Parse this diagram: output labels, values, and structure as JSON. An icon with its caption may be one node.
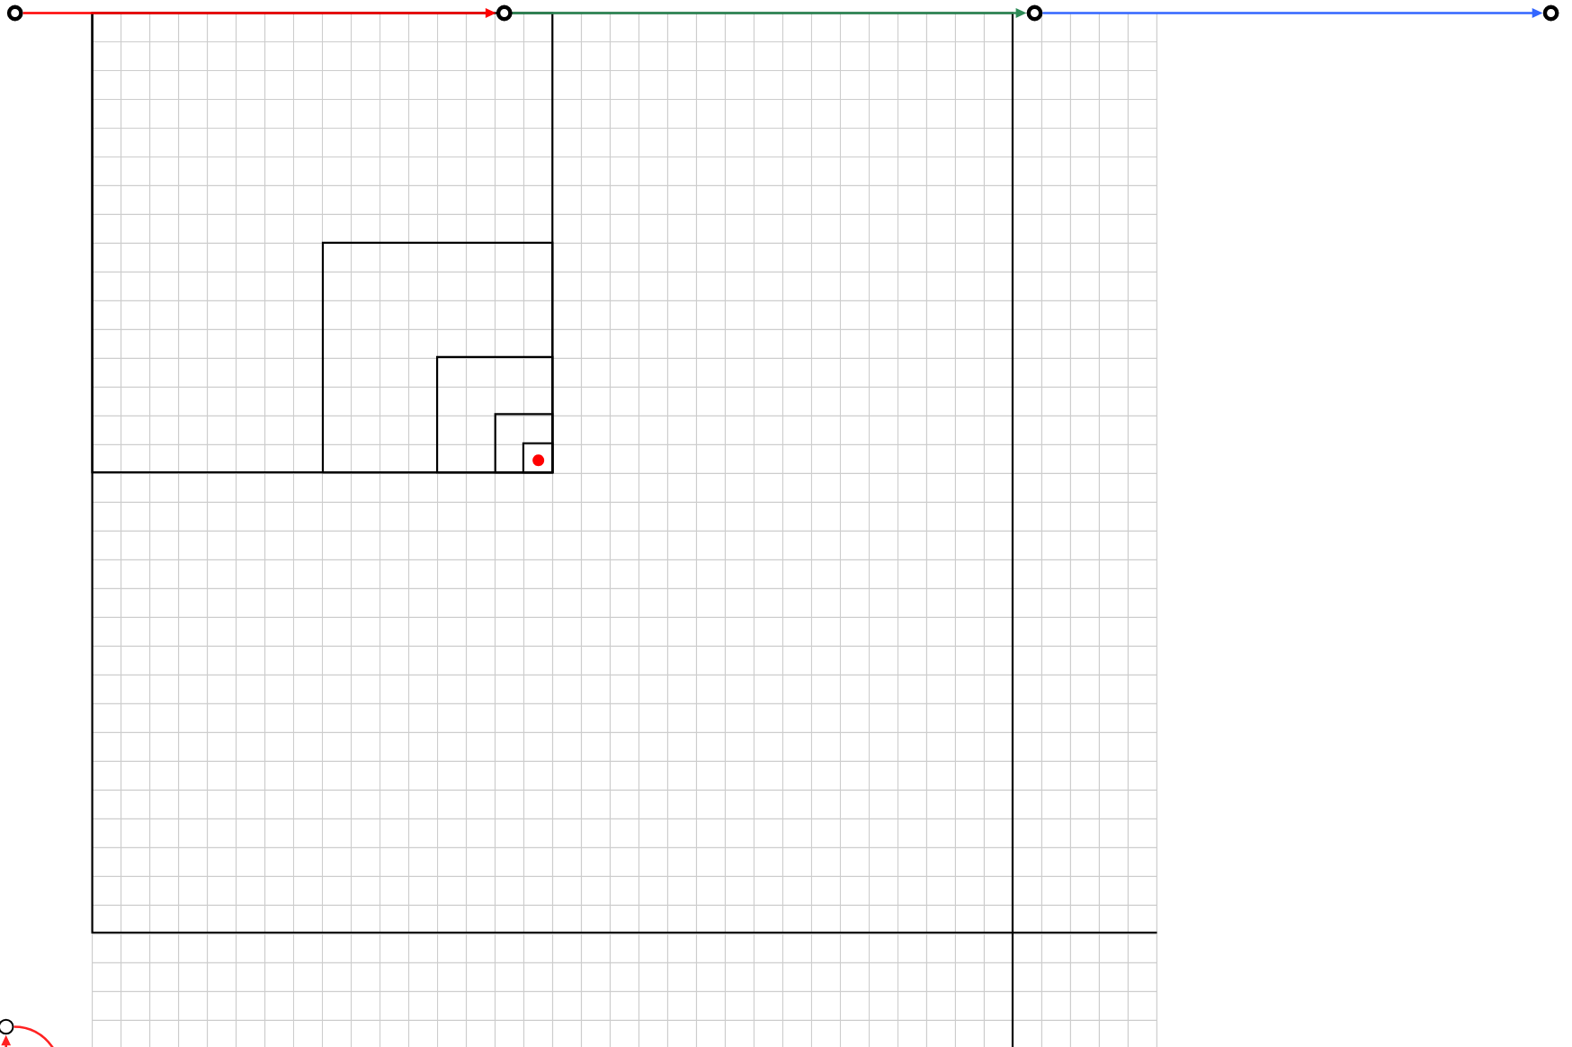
{
  "diagram": {
    "nodes": [
      {
        "text": [],
        "shape": "circle"
      },
      {
        "text": [],
        "shape": "circle"
      },
      {
        "text": [],
        "shape": "circle"
      },
      {
        "text": [],
        "shape": "circle"
      },
      {
        "text": [],
        "shape": "circle"
      }
    ],
    "edges": [
      {
        "from": 0,
        "to": 1,
        "arrow": "to",
        "color": "#ff0000"
      },
      {
        "from": 1,
        "to": 2,
        "arrow": "to",
        "color": "#2e8b57"
      },
      {
        "from": 2,
        "to": 3,
        "arrow": "to",
        "color": "#3366ff"
      },
      {
        "from": null,
        "to": 4,
        "arrow": "to",
        "color": "#ff2222"
      },
      {
        "from": 4,
        "to": null,
        "arrow": "none",
        "color": "#ff2222"
      }
    ]
  }
}
